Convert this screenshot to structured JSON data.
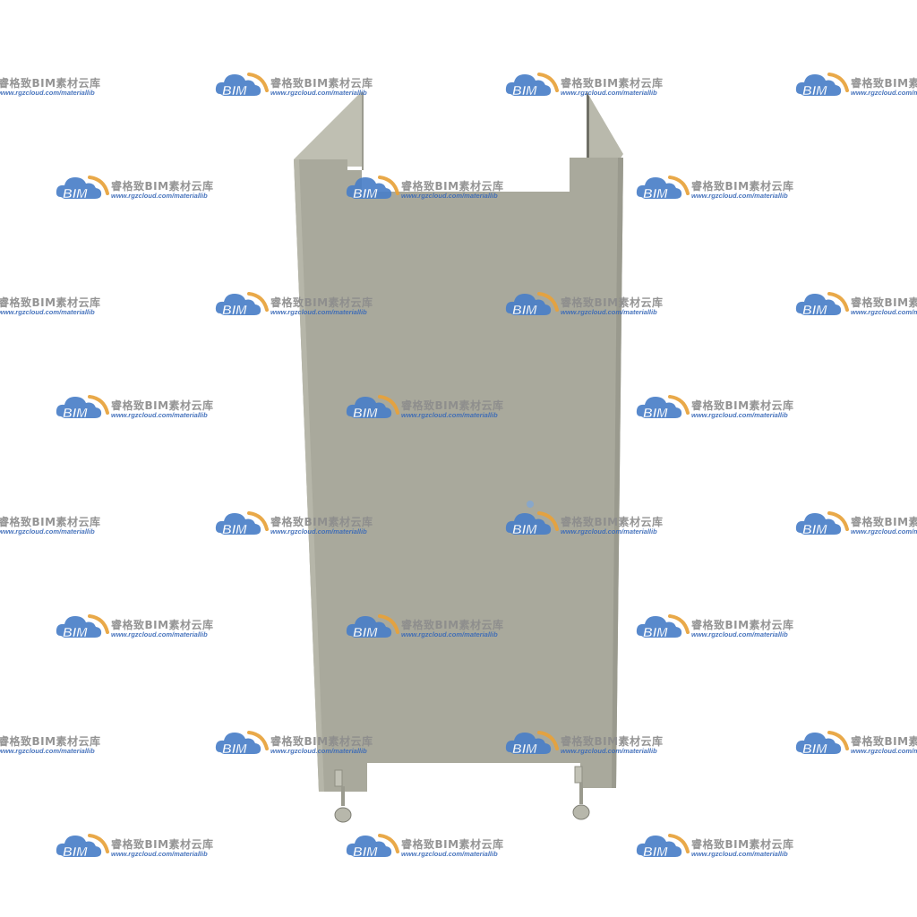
{
  "subject": {
    "panel_color": "#a9a99c",
    "panel_edge_color": "#bcbcae",
    "panel_shadow_color": "#8e8e82",
    "foot_color": "#b8b8ac"
  },
  "watermark": {
    "logo_text": "BIM",
    "name": "睿格致BIM素材云库",
    "url": "www.rgzcloud.com/materiallib",
    "logo_icon": "cloud-icon",
    "cloud_color": "#4a7fc8",
    "arc_color": "#e8a23a"
  }
}
